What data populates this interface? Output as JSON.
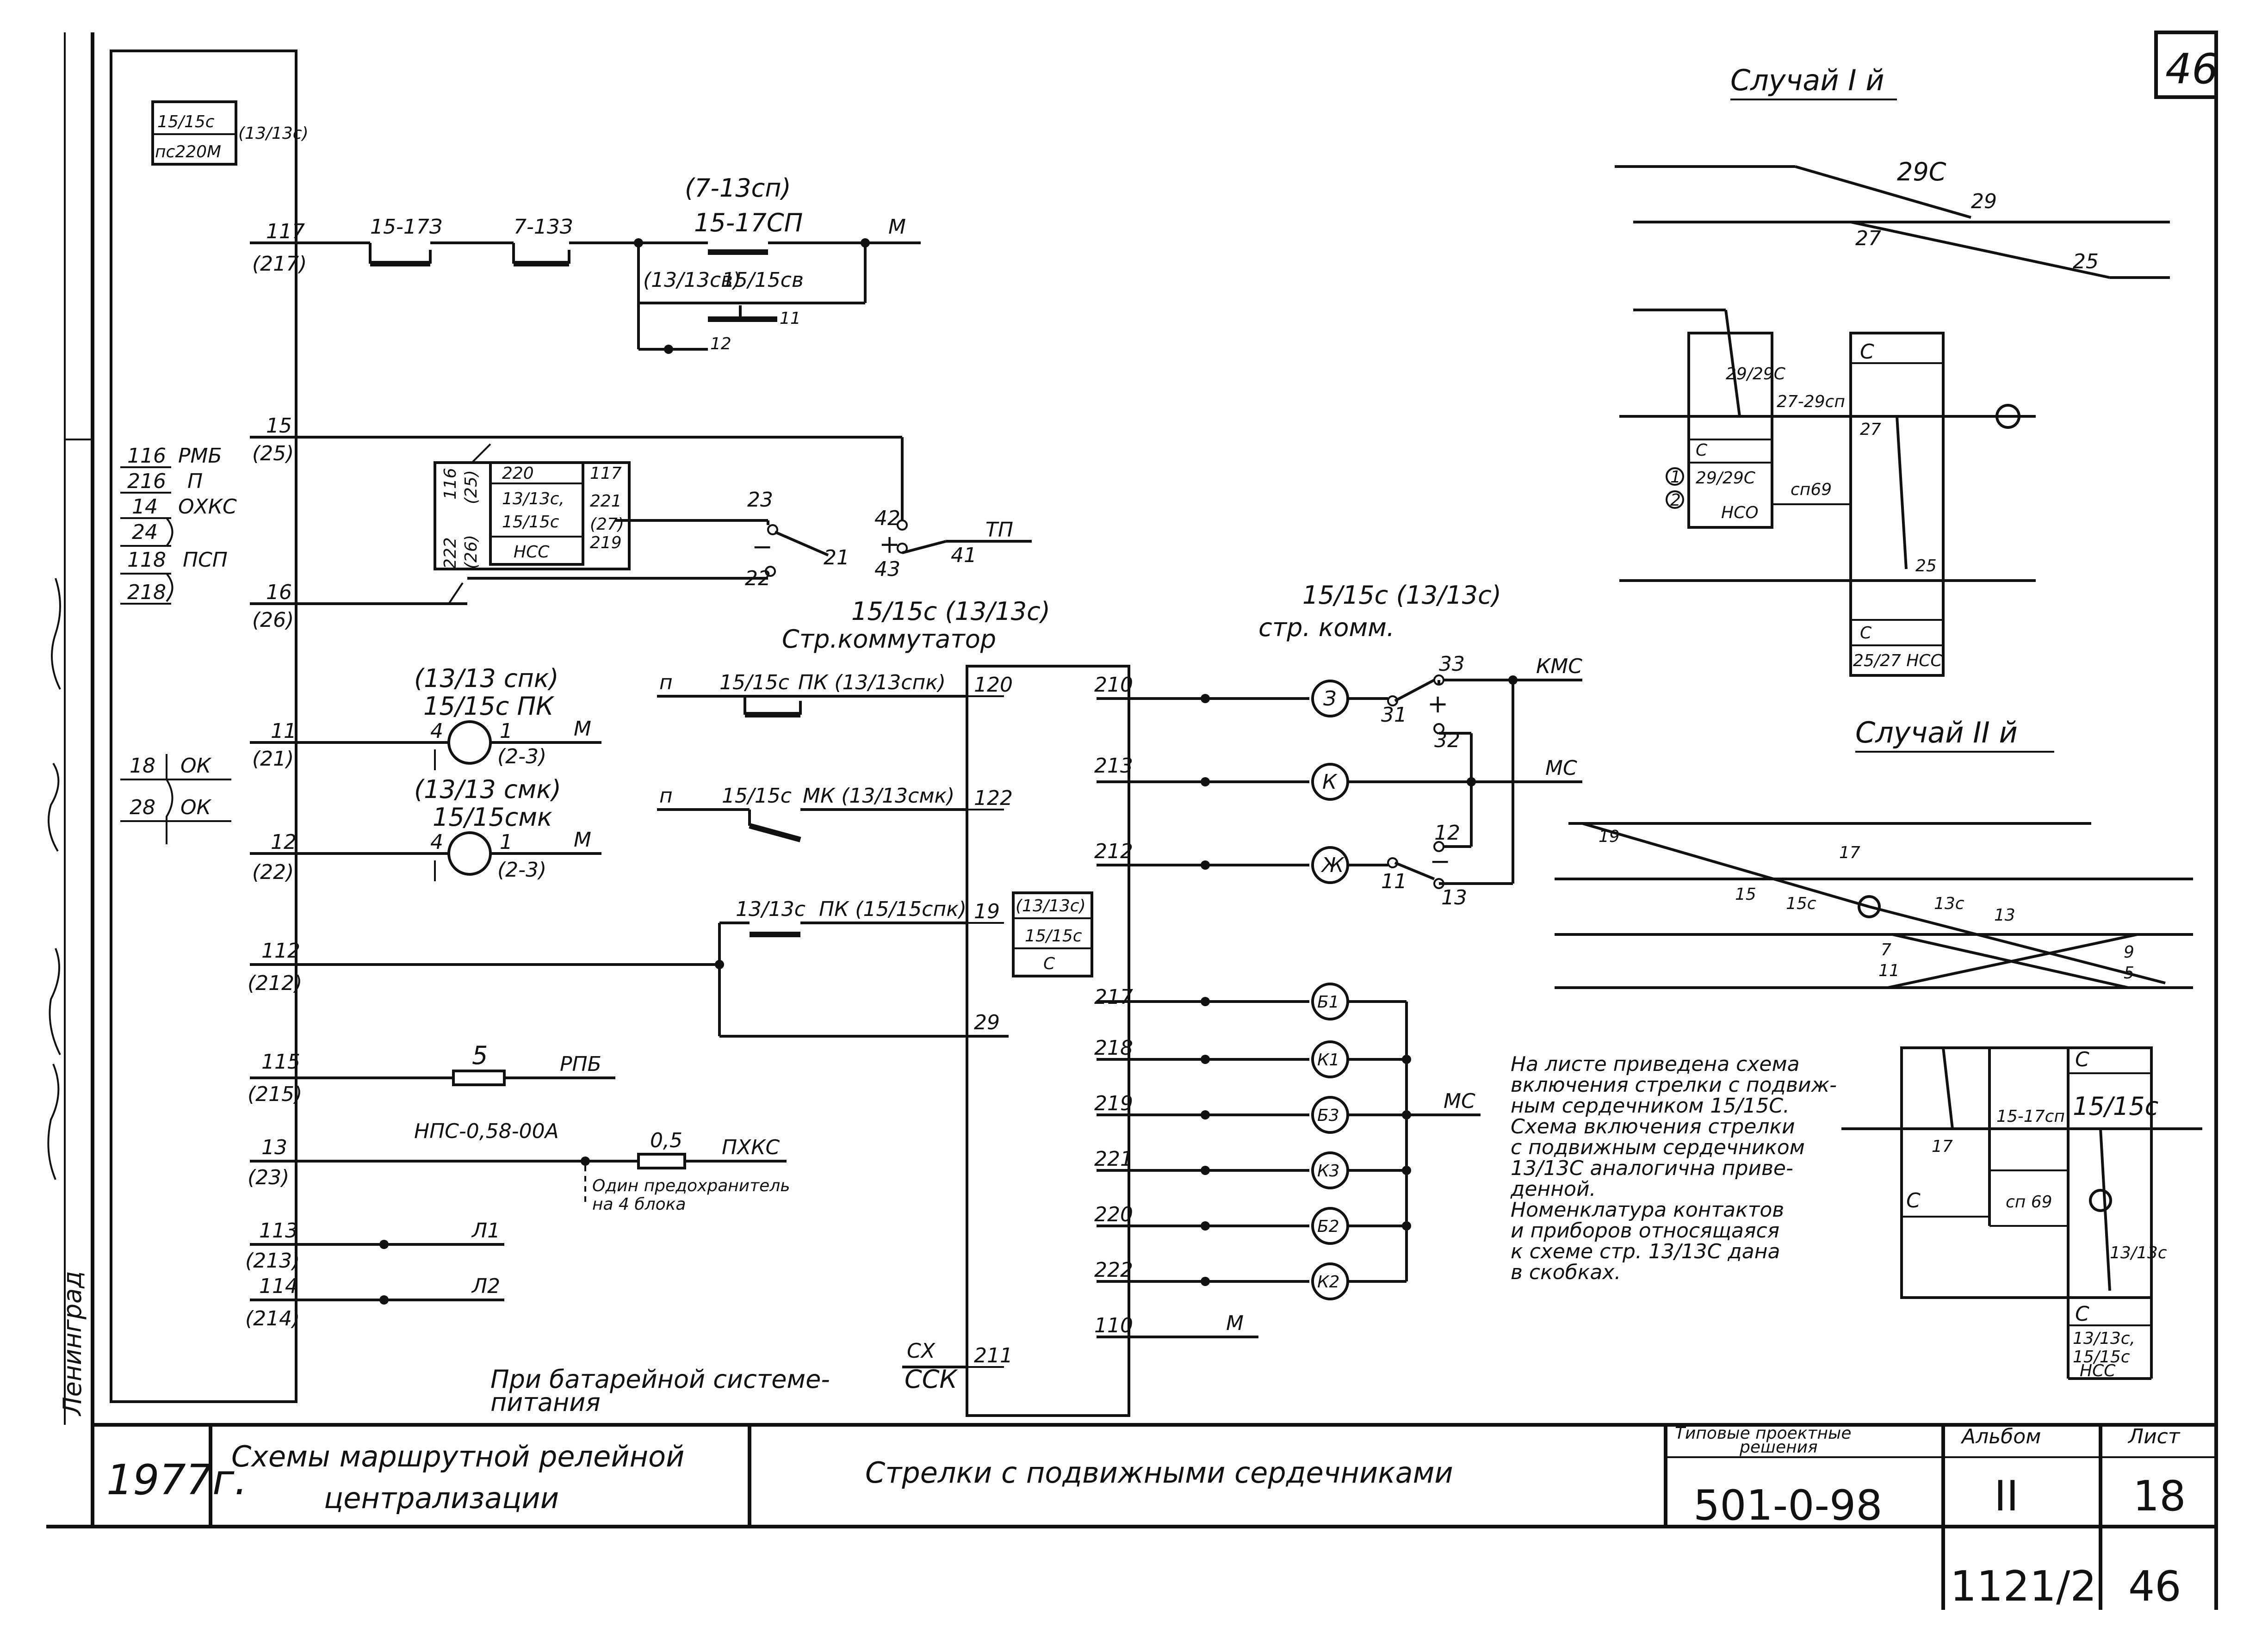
{
  "sheet": {
    "corner_number": "46",
    "vertical_label": "Ленинград"
  },
  "rack_panel": {
    "plug_top": [
      "15/15с",
      "пс220М"
    ],
    "plug_top_alt": "(13/13с)",
    "terminals_a": [
      {
        "num": "116",
        "name": "РМБ"
      },
      {
        "num": "216",
        "name": "П"
      },
      {
        "num": "14",
        "name": "ОХКС"
      },
      {
        "num": "24",
        "name": ""
      },
      {
        "num": "118",
        "name": "ПСП"
      },
      {
        "num": "218",
        "name": ""
      }
    ],
    "terminals_b": [
      {
        "num": "18",
        "name": "ОК"
      },
      {
        "num": "28",
        "name": "ОК"
      }
    ]
  },
  "circuits": {
    "c117": {
      "num": "117",
      "alt": "(217)",
      "contact1": "15-17З",
      "contact2": "7-13З",
      "group_label": "(7-13сп)",
      "contact3": "15-17СП",
      "end": "М",
      "sub1": "(13/13св)",
      "sub2": "15/15св",
      "sub3": "11",
      "sub4": "12"
    },
    "c15": {
      "num": "15",
      "alt": "(25)",
      "num2": "16",
      "alt2": "(26)"
    },
    "relay_block": {
      "rows": [
        "220",
        "13/13с,",
        "15/15с",
        "НСС"
      ],
      "left_pins": [
        "116",
        "(25)",
        "222",
        "(26)"
      ],
      "right_pins": [
        "117",
        "221",
        "(27)",
        "219"
      ]
    },
    "commutator1": {
      "pins": [
        "23",
        "21",
        "22",
        "42",
        "43",
        "41"
      ],
      "plus": "+",
      "minus": "−",
      "out": "ТП",
      "caption": "15/15с (13/13с)",
      "caption2": "Стр.коммутатор"
    },
    "indicator1": {
      "num": "11",
      "alt": "(21)",
      "label1": "(13/13 спк)",
      "label2": "15/15с ПК",
      "p4": "4",
      "p1": "1",
      "p23": "(2-3)",
      "end": "М"
    },
    "indicator2": {
      "num": "12",
      "alt": "(22)",
      "label1": "(13/13 смк)",
      "label2": "15/15смк",
      "p4": "4",
      "p1": "1",
      "p23": "(2-3)",
      "end": "М"
    },
    "c112": {
      "num": "112",
      "alt": "(212)"
    },
    "c115": {
      "num": "115",
      "alt": "(215)",
      "fuse": "5",
      "end": "РПБ"
    },
    "c13": {
      "num": "13",
      "alt": "(23)",
      "connector": "НПС-0,58-00А",
      "fuse": "0,5",
      "end": "ПХКС",
      "note1": "Один предохранитель",
      "note2": "на 4 блока"
    },
    "c113": {
      "num": "113",
      "alt": "(213)",
      "end": "Л1"
    },
    "c114": {
      "num": "114",
      "alt": "(214)",
      "end": "Л2"
    },
    "battery_note1": "При батарейной системе-",
    "battery_note2": "питания",
    "ssk": "ССК",
    "sx": "СХ"
  },
  "central_block": {
    "left_pins": [
      "120",
      "122",
      "19",
      "29",
      "211"
    ],
    "p_label1": "п",
    "c_label1": "15/15с",
    "pk_label": "ПК (13/13спк)",
    "p_label2": "п",
    "c_label2": "15/15с",
    "mk_label": "МК (13/13смк)",
    "c_label3": "13/13с",
    "pk_label3": "ПК (15/15спк)",
    "sub_block": [
      "(13/13с)",
      "15/15с",
      "С"
    ],
    "right_pins": [
      "210",
      "213",
      "212",
      "217",
      "218",
      "219",
      "221",
      "220",
      "222",
      "110"
    ],
    "m_end": "М"
  },
  "lamps": {
    "top": [
      "З",
      "К",
      "Ж"
    ],
    "bottom": [
      "Б1",
      "К1",
      "Б3",
      "К3",
      "Б2",
      "К2"
    ],
    "sw_caption1": "15/15с (13/13с)",
    "sw_caption2": "стр. комм.",
    "sw_pins": [
      "33",
      "31",
      "32",
      "12",
      "11",
      "13"
    ],
    "kms": "КМС",
    "ms": "МС",
    "ms2": "МС"
  },
  "case1": {
    "title": "Случай I й",
    "switch_labels": [
      "29С",
      "29",
      "27",
      "25"
    ],
    "cells": [
      "С",
      "29/29С",
      "27-29сп",
      "27",
      "С",
      "29/29С",
      "НСО",
      "сп69",
      "25",
      "С",
      "25/27 НСС"
    ],
    "marks": [
      "1",
      "2"
    ]
  },
  "case2": {
    "title": "Случай II й",
    "switch_labels": [
      "19",
      "17",
      "15",
      "15с",
      "13с",
      "13",
      "7",
      "11",
      "9",
      "5"
    ],
    "cells": [
      "С",
      "15/15с",
      "15-17сп",
      "17",
      "С",
      "сп 69",
      "13/13с",
      "С",
      "13/13с,",
      "15/15с",
      "НСС"
    ]
  },
  "note": [
    "На листе приведена схема",
    "включения стрелки с подвиж-",
    "ным сердечником 15/15С.",
    "Схема включения стрелки",
    "с подвижным сердечником",
    "13/13С аналогична приве-",
    "денной.",
    "Номенклатура контактов",
    "и приборов относящаяся",
    "к схеме стр. 13/13С дана",
    "в скобках."
  ],
  "title_block": {
    "year": "1977г.",
    "series1": "Схемы маршрутной релейной",
    "series2": "централизации",
    "title": "Стрелки с подвижными сердечниками",
    "tp_label1": "Типовые проектные",
    "tp_label2": "решения",
    "code": "501-0-98",
    "album_label": "Альбом",
    "album": "II",
    "sheet_label": "Лист",
    "sheet": "18",
    "reg": "1121/2",
    "reg_sheet": "46"
  }
}
